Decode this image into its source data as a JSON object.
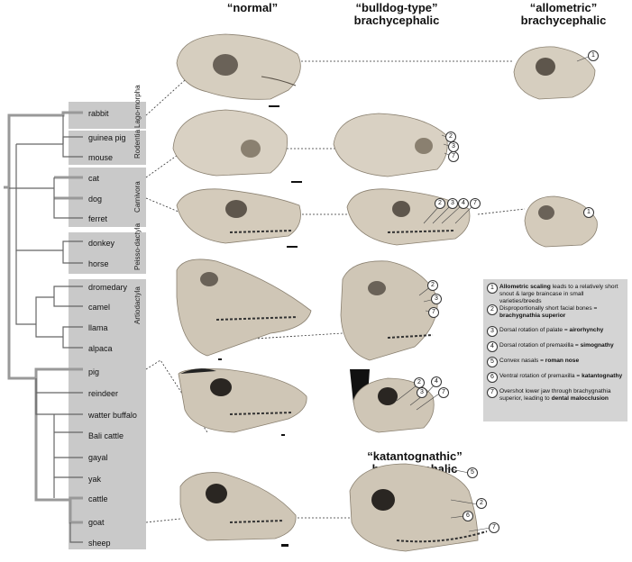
{
  "headers": {
    "normal": "“normal”",
    "bulldog_line1": "“bulldog-type”",
    "bulldog_line2": "brachycephalic",
    "allometric_line1": "“allometric”",
    "allometric_line2": "brachycephalic",
    "katantognathic": "“katantognathic” brachycephalic"
  },
  "taxa": [
    "rabbit",
    "guinea pig",
    "mouse",
    "cat",
    "dog",
    "ferret",
    "donkey",
    "horse",
    "dromedary",
    "camel",
    "llama",
    "alpaca",
    "pig",
    "reindeer",
    "watter buffalo",
    "Bali cattle",
    "gayal",
    "yak",
    "cattle",
    "goat",
    "sheep"
  ],
  "groups": {
    "lagomorpha": "Lago-morpha",
    "rodentia": "Rodentia",
    "carnivora": "Carnivora",
    "perissodactyla": "Peisso-dactyla",
    "artiodactyla": "Artiodactyla"
  },
  "legend": [
    {
      "n": "1",
      "pre": "",
      "bold": "Allometric scaling",
      "post": " leads to a relatively short snout & large braincase in small varieties/breeds"
    },
    {
      "n": "2",
      "pre": "Disproportionally short facial bones = ",
      "bold": "brachygnathia superior",
      "post": ""
    },
    {
      "n": "3",
      "pre": "Dorsal rotation of palate = ",
      "bold": "airorhynchy",
      "post": ""
    },
    {
      "n": "4",
      "pre": "Dorsal rotation of premaxilla = ",
      "bold": "simognathy",
      "post": ""
    },
    {
      "n": "5",
      "pre": "Convex nasals = ",
      "bold": "roman nose",
      "post": ""
    },
    {
      "n": "6",
      "pre": "Ventral rotation of premaxilla = ",
      "bold": "katantognathy",
      "post": ""
    },
    {
      "n": "7",
      "pre": "Overshot lower jaw through brachygnathia superior, leading to ",
      "bold": "dental malocclusion",
      "post": ""
    }
  ],
  "callouts": {
    "rabbit_allometric": [
      "1"
    ],
    "cat_bulldog": [
      "2",
      "3",
      "7"
    ],
    "dog_bulldog": [
      "2",
      "3",
      "4",
      "7"
    ],
    "dog_allometric": [
      "1"
    ],
    "pig_bulldog": [
      "2",
      "3",
      "7"
    ],
    "cattle_bulldog": [
      "2",
      "3",
      "4",
      "7"
    ],
    "goat_katantognathic": [
      "5",
      "2",
      "6",
      "7"
    ]
  },
  "colors": {
    "group_box": "#c9c9c9",
    "legend_bg": "#d4d4d4",
    "skull": "#d8cfc0",
    "skull_dark": "#8a8070",
    "tree": "#666666",
    "tree_highlight": "#9a9a9a"
  }
}
